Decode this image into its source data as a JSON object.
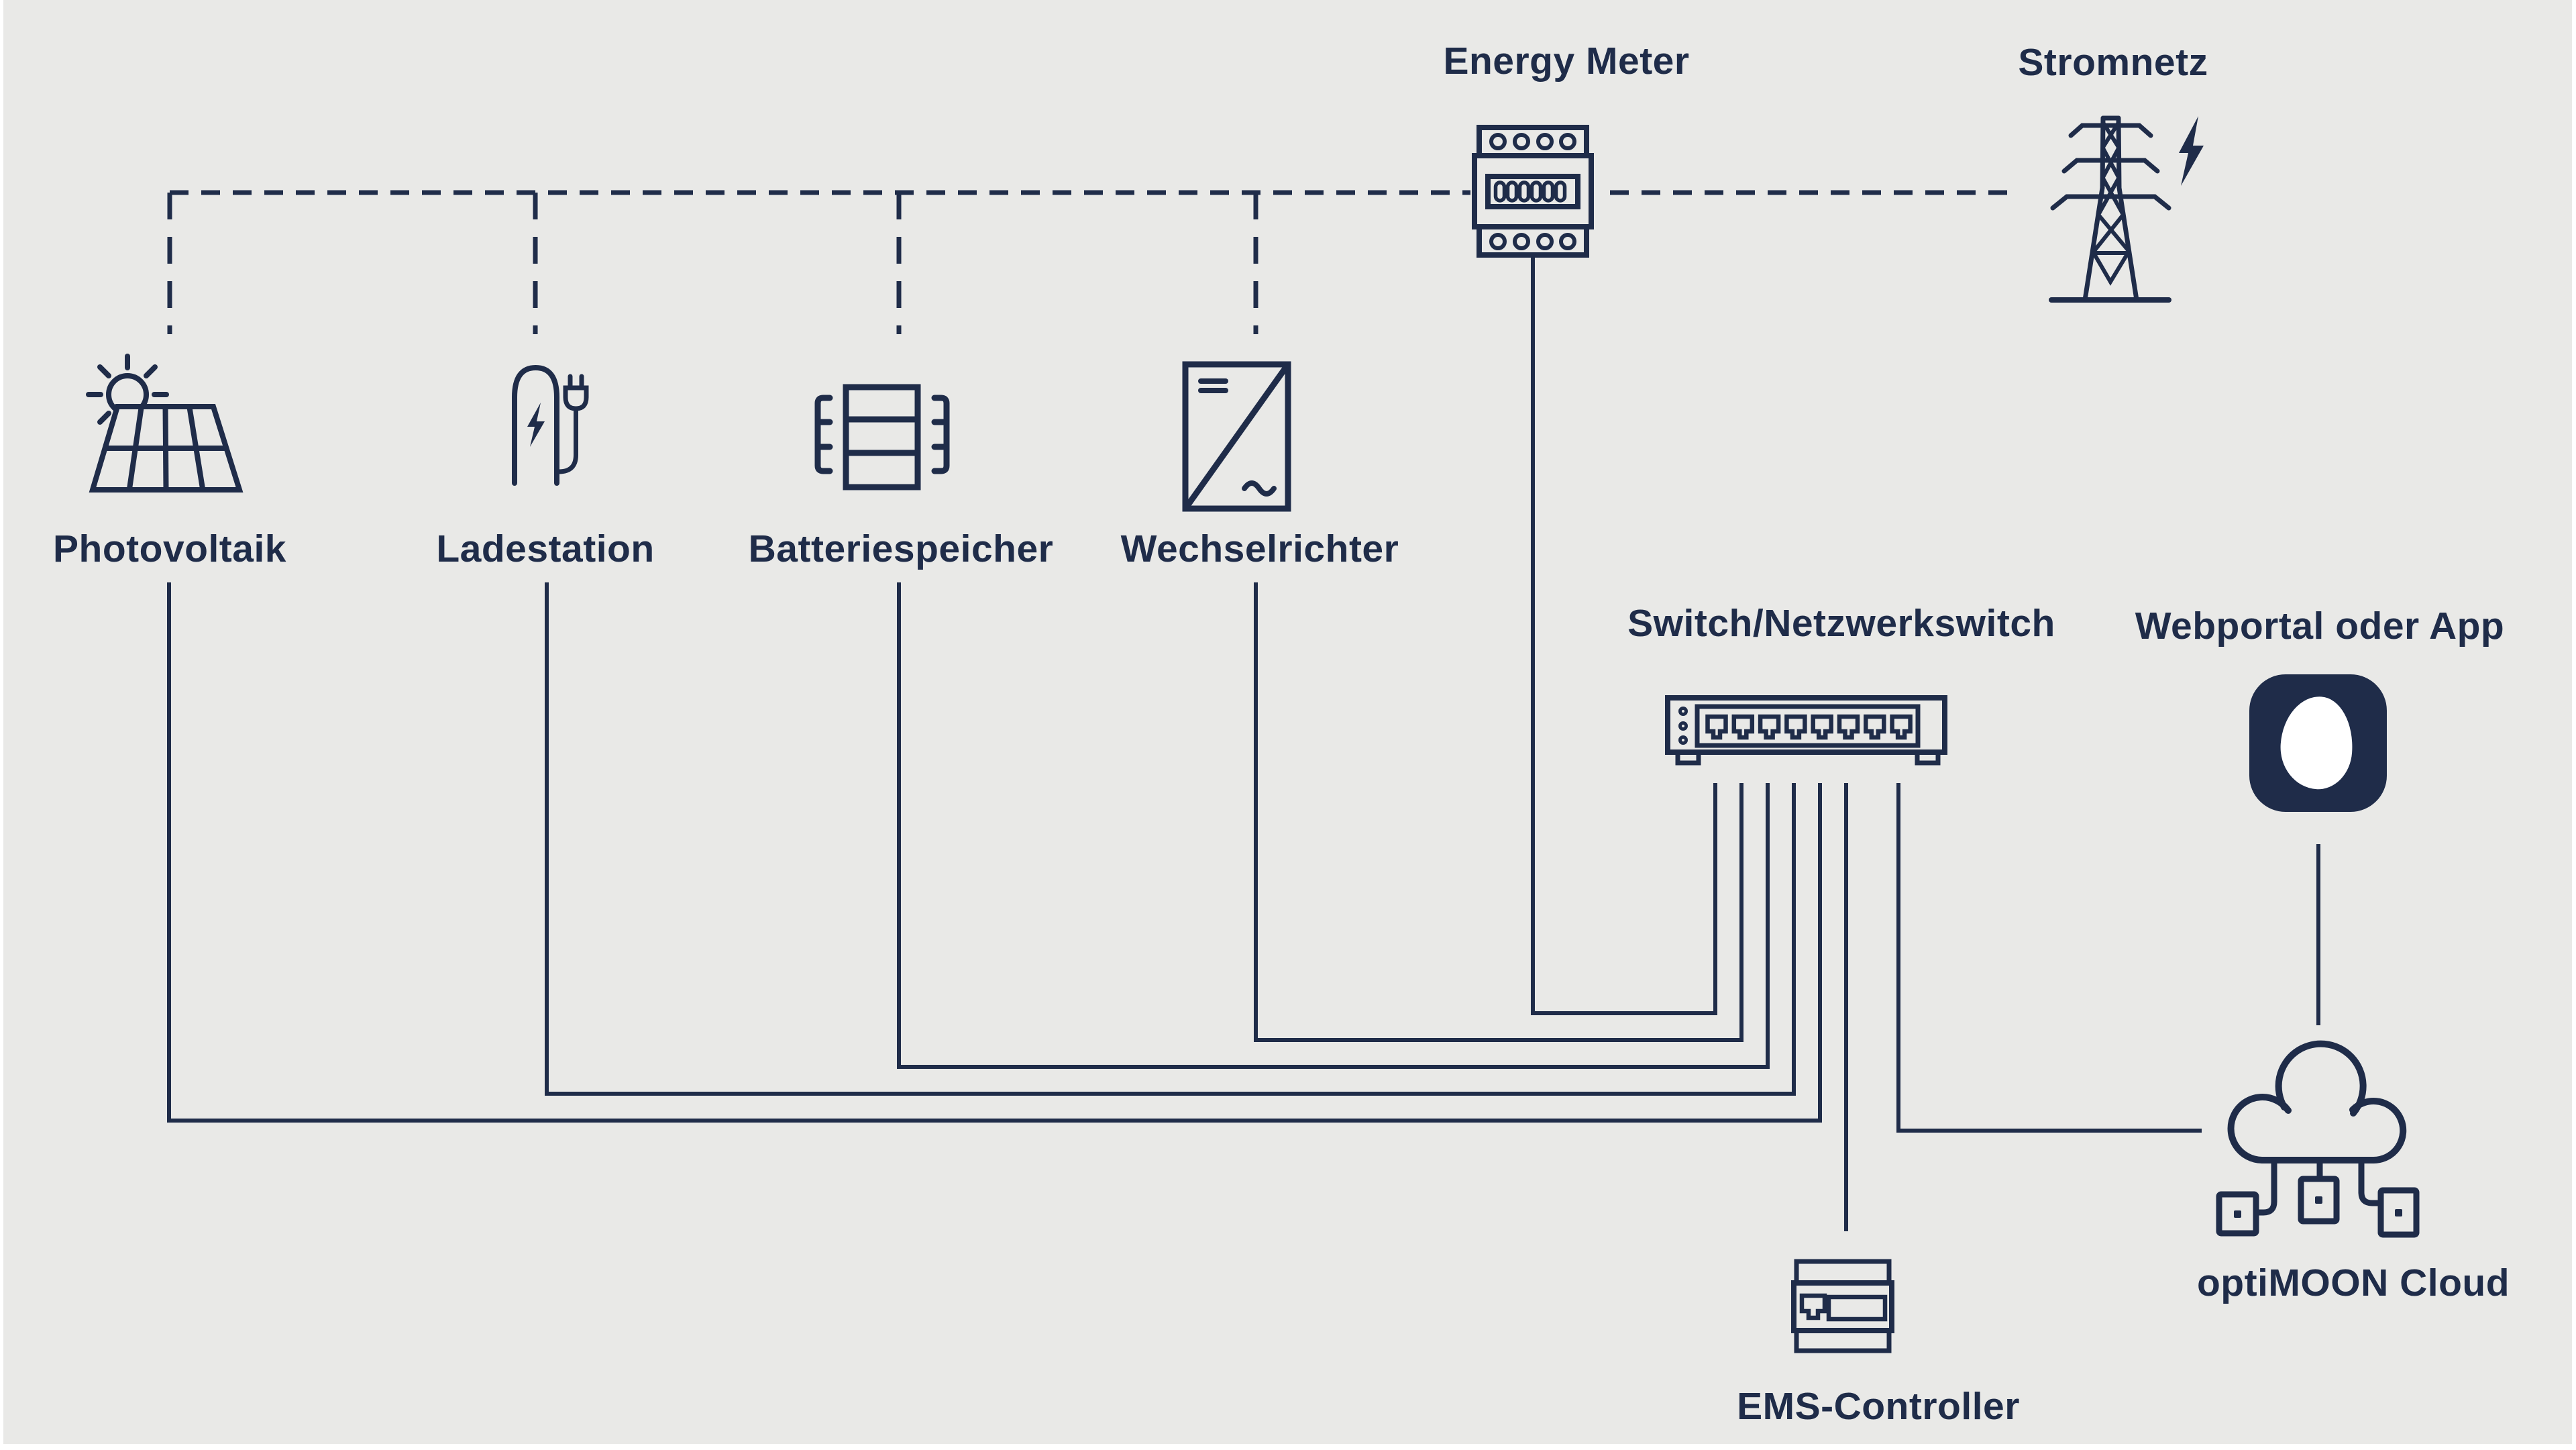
{
  "colors": {
    "page_background": "#ffffff",
    "canvas_background": "#e9e9e7",
    "ink": "#1f2c49",
    "app_icon_background": "#1f2c49",
    "app_icon_moon": "#ffffff"
  },
  "nodes": {
    "photovoltaik": {
      "label": "Photovoltaik",
      "icon": "solar-panel-sun-icon"
    },
    "ladestation": {
      "label": "Ladestation",
      "icon": "ev-charger-plug-icon"
    },
    "batteriespeicher": {
      "label": "Batteriespeicher",
      "icon": "battery-storage-icon"
    },
    "wechselrichter": {
      "label": "Wechselrichter",
      "icon": "inverter-dc-ac-icon"
    },
    "energy_meter": {
      "label": "Energy Meter",
      "icon": "din-rail-meter-icon",
      "display_value": "000000"
    },
    "stromnetz": {
      "label": "Stromnetz",
      "icon": "power-pylon-lightning-icon"
    },
    "switch": {
      "label": "Switch/Netzwerkswitch",
      "icon": "network-switch-icon"
    },
    "webportal": {
      "label": "Webportal oder App",
      "icon": "optimoon-app-icon"
    },
    "ems_controller": {
      "label": "EMS-Controller",
      "icon": "ems-controller-icon"
    },
    "optimoon_cloud": {
      "label": "optiMOON Cloud",
      "icon": "cloud-nodes-icon"
    }
  },
  "connections": {
    "dashed_energy_bus": [
      "Photovoltaik",
      "Ladestation",
      "Batteriespeicher",
      "Wechselrichter",
      "Energy Meter",
      "Stromnetz"
    ],
    "solid_data_lines": [
      {
        "from": "Photovoltaik",
        "to": "Switch/Netzwerkswitch"
      },
      {
        "from": "Ladestation",
        "to": "Switch/Netzwerkswitch"
      },
      {
        "from": "Batteriespeicher",
        "to": "Switch/Netzwerkswitch"
      },
      {
        "from": "Wechselrichter",
        "to": "Switch/Netzwerkswitch"
      },
      {
        "from": "Energy Meter",
        "to": "Switch/Netzwerkswitch"
      },
      {
        "from": "Switch/Netzwerkswitch",
        "to": "EMS-Controller"
      },
      {
        "from": "Switch/Netzwerkswitch",
        "to": "optiMOON Cloud"
      },
      {
        "from": "Webportal oder App",
        "to": "optiMOON Cloud"
      }
    ]
  }
}
